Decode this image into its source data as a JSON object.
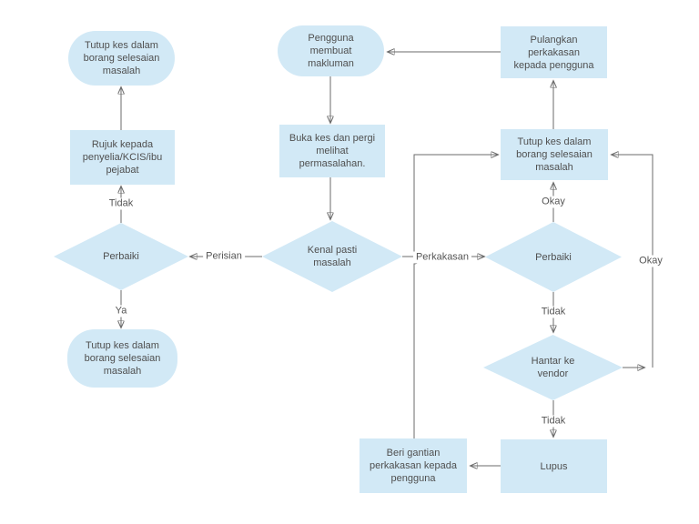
{
  "diagram": {
    "nodes": {
      "tutup_left_top": {
        "label": "Tutup kes dalam\nborang selesaian\nmasalah",
        "type": "terminator"
      },
      "rujuk": {
        "label": "Rujuk kepada\npenyelia/KCIS/ibu\npejabat",
        "type": "process"
      },
      "perbaiki_left": {
        "label": "Perbaiki",
        "type": "decision"
      },
      "tutup_left_bottom": {
        "label": "Tutup kes dalam\nborang selesaian\nmasalah",
        "type": "terminator"
      },
      "pengguna": {
        "label": "Pengguna\nmembuat\nmakluman",
        "type": "terminator"
      },
      "buka_kes": {
        "label": "Buka kes dan pergi\nmelihat permasalahan.",
        "type": "process"
      },
      "kenal_pasti": {
        "label": "Kenal pasti\nmasalah",
        "type": "decision"
      },
      "pulangkan": {
        "label": "Pulangkan perkakasan\nkepada pengguna",
        "type": "process"
      },
      "tutup_right": {
        "label": "Tutup kes dalam\nborang selesaian\nmasalah",
        "type": "process"
      },
      "perbaiki_right": {
        "label": "Perbaiki",
        "type": "decision"
      },
      "hantar_vendor": {
        "label": "Hantar ke\nvendor",
        "type": "decision"
      },
      "lupus": {
        "label": "Lupus",
        "type": "process"
      },
      "beri_gantian": {
        "label": "Beri gantian\nperkakasan kepada\npengguna",
        "type": "process"
      }
    },
    "edge_labels": {
      "tidak_left": "Tidak",
      "ya": "Ya",
      "perisian": "Perisian",
      "perkakasan": "Perkakasan",
      "okay_top": "Okay",
      "tidak_mid": "Tidak",
      "okay_right": "Okay",
      "tidak_bottom": "Tidak"
    },
    "colors": {
      "node_fill": "#d2e9f6",
      "line": "#6b6b6b",
      "arrow": "#4a4a4a",
      "text": "#4f4f4f"
    }
  }
}
